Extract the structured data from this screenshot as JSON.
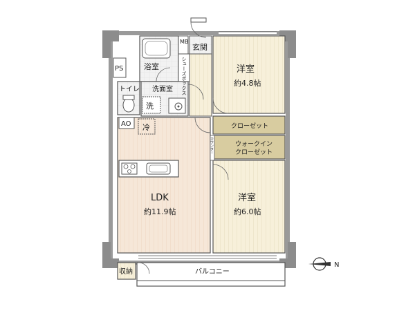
{
  "rooms": {
    "western_room_1": {
      "name": "洋室",
      "size": "約4.8帖"
    },
    "western_room_2": {
      "name": "洋室",
      "size": "約6.0帖"
    },
    "ldk": {
      "name": "LDK",
      "size": "約11.9帖"
    }
  },
  "labels": {
    "entrance": "玄関",
    "bathroom": "浴室",
    "toilet": "トイレ",
    "washroom": "洗面室",
    "washer": "洗",
    "ps": "PS",
    "mb": "MB",
    "shoe_box": "シューズボックス",
    "ao": "AO",
    "fridge": "冷",
    "closet": "クローゼット",
    "walk_in_closet_1": "ウォークイン",
    "walk_in_closet_2": "クローゼット",
    "counter": "カウンター",
    "storage": "収納",
    "balcony": "バルコニー",
    "compass_n": "N"
  },
  "colors": {
    "wall": "#9a9a9a",
    "wall_dark": "#7f7f7f",
    "wood_floor": "#f6efd8",
    "ldk_floor": "#f5e6d6",
    "closet_fill": "#d9cfa6",
    "tile_floor": "#eeeeee",
    "line": "#444444"
  }
}
